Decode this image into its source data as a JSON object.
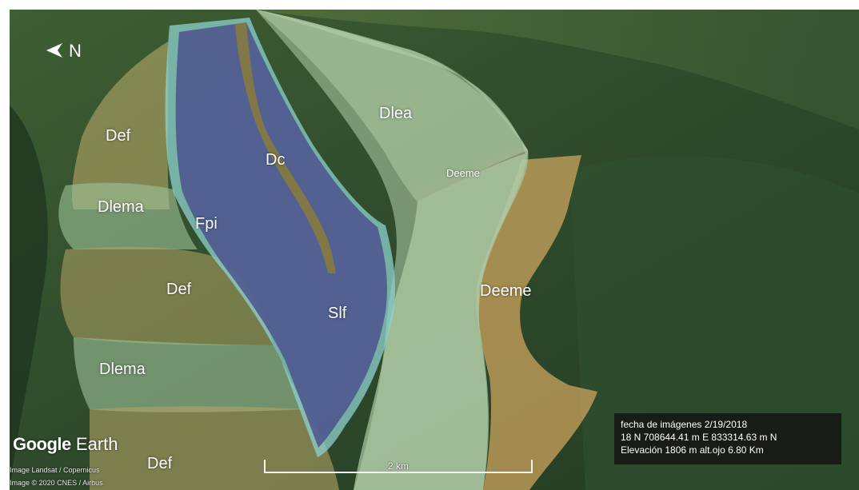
{
  "map": {
    "brand": "Google",
    "product": "Earth",
    "credits": [
      "Image Landsat / Copernicus",
      "Image © 2020 CNES / Airbus"
    ],
    "scale_label": "2 km",
    "north_arrow_label": "N",
    "info": {
      "date_line": "fecha de imágenes 2/19/2018",
      "coords_line": "18 N 708644.41 m E 833314.63 m N",
      "elevation_line": "Elevación 1806 m alt.ojo 6.80 Km"
    },
    "colors": {
      "terrain_dark": "#2c4a2a",
      "Dlea": "#a9c8a0",
      "Slf": "#4a4f8c",
      "Dlema": "#9ec39a",
      "Def": "#b3a466",
      "Deeme": "#d2a860",
      "Fpi": "#8ed2cf",
      "Dc": "#8a7b3a"
    }
  },
  "units": {
    "Def_1": "Def",
    "Def_2": "Def",
    "Def_3": "Def",
    "Dlema_1": "Dlema",
    "Dlema_2": "Dlema",
    "Fpi": "Fpi",
    "Dc": "Dc",
    "Slf": "Slf",
    "Dlea": "Dlea",
    "Deeme_small": "Deeme",
    "Deeme_large": "Deeme"
  }
}
